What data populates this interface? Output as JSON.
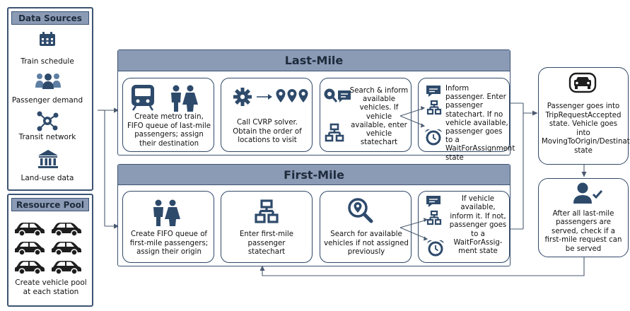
{
  "data_sources": {
    "title": "Data Sources",
    "items": [
      {
        "label": "Train schedule",
        "icon": "calendar-icon"
      },
      {
        "label": "Passenger demand",
        "icon": "people-group-icon"
      },
      {
        "label": "Transit network",
        "icon": "network-nodes-icon"
      },
      {
        "label": "Land-use data",
        "icon": "bank-building-icon"
      }
    ]
  },
  "resource_pool": {
    "title": "Resource Pool",
    "caption": "Create vehicle pool at each station",
    "icon": "car-icon"
  },
  "last_mile": {
    "title": "Last-Mile",
    "step1": "Create metro train, FIFO queue of last-mile passengers; assign their destination",
    "step2": "Call CVRP solver. Obtain the order of locations to visit",
    "step3": "Search & inform available vehicles. If vehicle available, enter vehicle statechart",
    "step4": "Inform passenger. Enter passenger statechart. If no vehicle available, passenger goes to a WaitForAssignment state"
  },
  "first_mile": {
    "title": "First-Mile",
    "step1": "Create FIFO queue of first-mile passengers; assign their origin",
    "step2": "Enter first-mile passenger statechart",
    "step3": "Search for available vehicles if not assigned previously",
    "step4": "If vehicle available, inform it. If not, passenger goes to a WaitForAssig-ment state"
  },
  "right": {
    "top": "Passenger goes into TripRequestAccepted state. Vehicle goes into MovingToOrigin/Destination state",
    "bottom": "After all last-mile passengers are served, check if a first-mile request can be served"
  },
  "colors": {
    "header": "#8b9bb5",
    "border": "#2f4868",
    "icon": "#2e4a6b"
  }
}
